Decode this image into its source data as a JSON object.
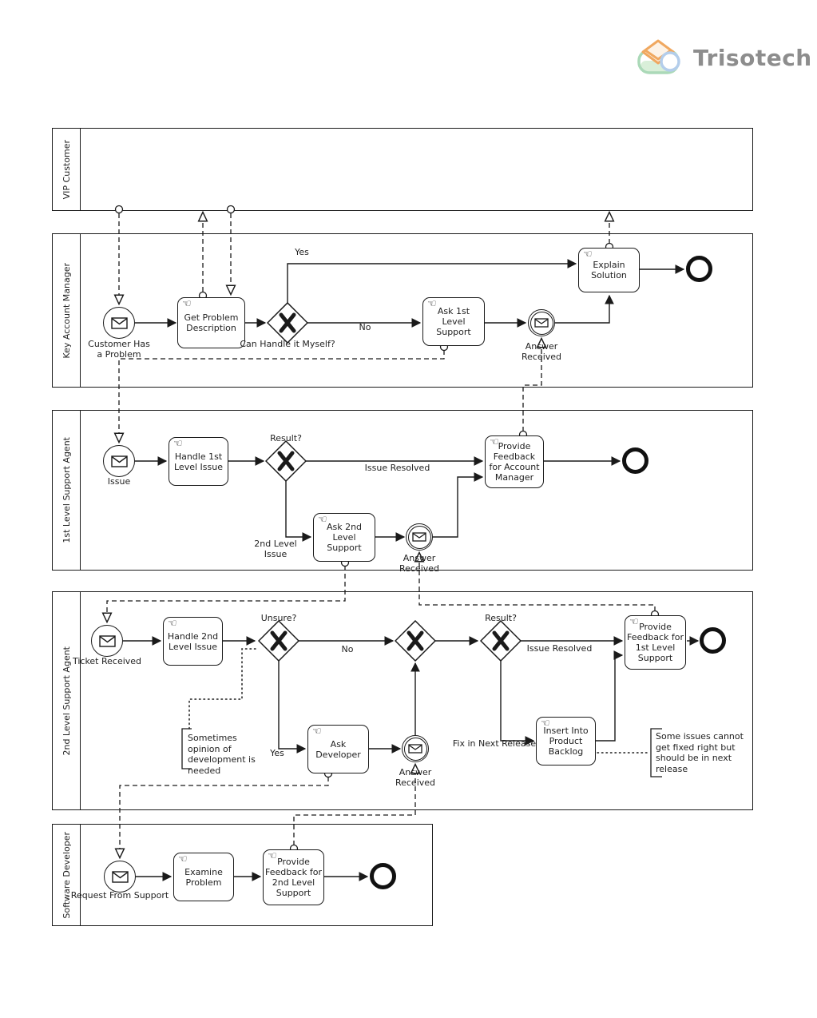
{
  "brand": {
    "name": "Trisotech"
  },
  "lanes": [
    {
      "label": "VIP Customer"
    },
    {
      "label": "Key Account Manager"
    },
    {
      "label": "1st Level Support Agent"
    },
    {
      "label": "2nd Level Support Agent"
    },
    {
      "label": "Software Developer"
    }
  ],
  "tasks": {
    "get_problem_description": "Get Problem Description",
    "ask_1st_level_support": "Ask 1st Level Support",
    "explain_solution": "Explain Solution",
    "handle_1st_level_issue": "Handle 1st Level Issue",
    "provide_feedback_account_manager": "Provide Feedback for Account Manager",
    "ask_2nd_level_support": "Ask 2nd Level Support",
    "handle_2nd_level_issue": "Handle 2nd Level Issue",
    "ask_developer": "Ask Developer",
    "insert_into_product_backlog": "Insert Into Product Backlog",
    "provide_feedback_1st_level": "Provide Feedback for 1st Level Support",
    "examine_problem": "Examine Problem",
    "provide_feedback_2nd_level": "Provide Feedback for 2nd Level Support"
  },
  "events": {
    "customer_has_a_problem": "Customer Has a Problem",
    "answer_received_kam": "Answer Received",
    "issue": "Issue",
    "answer_received_1st": "Answer Received",
    "ticket_received": "Ticket Received",
    "answer_received_2nd": "Answer Received",
    "request_from_support": "Request From Support"
  },
  "gateways": {
    "can_handle_it_myself": "Can Handle it Myself?",
    "result_1st": "Result?",
    "unsure": "Unsure?",
    "result_2nd": "Result?"
  },
  "flow_labels": {
    "yes_kam": "Yes",
    "no_kam": "No",
    "issue_resolved_1st": "Issue Resolved",
    "second_level_issue": "2nd Level Issue",
    "no_2nd": "No",
    "yes_2nd": "Yes",
    "issue_resolved_2nd": "Issue Resolved",
    "fix_in_next_release": "Fix in Next Release"
  },
  "annotations": {
    "dev_opinion": "Sometimes opinion of development is needed",
    "next_release": "Some issues cannot get fixed right but should be in next release"
  },
  "colors": {
    "line": "#1a1a1a",
    "brand_text": "#8d8d8d",
    "logo_green": "#abd9b8",
    "logo_orange": "#f0a860",
    "logo_blue": "#b3cdeb"
  }
}
